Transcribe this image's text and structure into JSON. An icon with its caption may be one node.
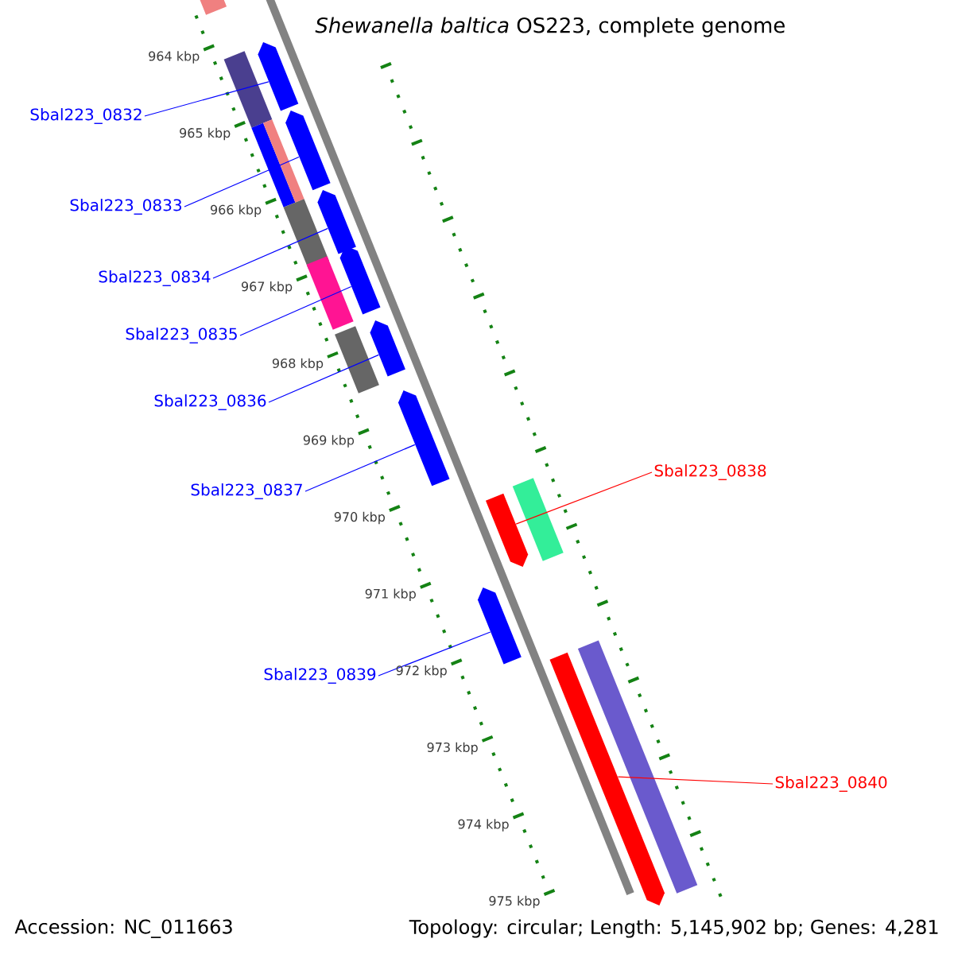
{
  "diagram": {
    "title": "*Shewanella baltica* OS223, complete genome",
    "nodes": [
      {
        "text": [
          "Sbal223_0832"
        ]
      },
      {
        "text": [
          "Sbal223_0833"
        ]
      },
      {
        "text": [
          "Sbal223_0834"
        ]
      },
      {
        "text": [
          "Sbal223_0835"
        ]
      },
      {
        "text": [
          "Sbal223_0836"
        ]
      },
      {
        "text": [
          "Sbal223_0838"
        ]
      },
      {
        "text": [
          "Sbal223_0837"
        ]
      },
      {
        "text": [
          "Sbal223_0839"
        ]
      },
      {
        "text": [
          "Sbal223_0840"
        ]
      },
      {
        "text": [],
        "shape": "bar"
      },
      {
        "text": [],
        "shape": "bar"
      },
      {
        "text": [],
        "shape": "bar"
      },
      {
        "text": [],
        "shape": "bar"
      },
      {
        "text": [],
        "shape": "bar"
      },
      {
        "text": [],
        "shape": "bar"
      },
      {
        "text": [],
        "shape": "bar"
      },
      {
        "text": [],
        "shape": "bar"
      },
      {
        "text": [],
        "shape": "bar"
      },
      {
        "text": [],
        "shape": "box"
      },
      {
        "text": [],
        "shape": "box"
      },
      {
        "text": [],
        "shape": "box"
      },
      {
        "text": [],
        "shape": "box"
      },
      {
        "text": [],
        "shape": "box"
      },
      {
        "text": [],
        "shape": "box"
      },
      {
        "text": [],
        "shape": "box"
      },
      {
        "text": [],
        "shape": "box"
      },
      {
        "text": [],
        "shape": "box"
      }
    ],
    "edges": [
      {
        "from": 0,
        "to": 9,
        "arrow": "none"
      },
      {
        "from": 1,
        "to": 10,
        "arrow": "none"
      },
      {
        "from": 2,
        "to": 11,
        "arrow": "none"
      },
      {
        "from": 3,
        "to": 12,
        "arrow": "none"
      },
      {
        "from": 4,
        "to": 13,
        "arrow": "none"
      },
      {
        "from": 5,
        "to": 15,
        "arrow": "none",
        "color": "#ff0000"
      },
      {
        "from": 6,
        "to": 14,
        "arrow": "none"
      },
      {
        "from": 7,
        "to": 16,
        "arrow": "none"
      },
      {
        "from": 8,
        "to": 17,
        "arrow": "none",
        "color": "#ff0000"
      }
    ],
    "labels": [
      "964 kbp",
      "965 kbp",
      "966 kbp",
      "967 kbp",
      "968 kbp",
      "969 kbp",
      "970 kbp",
      "971 kbp",
      "972 kbp",
      "973 kbp",
      "974 kbp",
      "975 kbp",
      "Accession: NC_011663",
      "Topology: circular; Length: 5,145,902 bp; Genes: 4,281"
    ]
  }
}
